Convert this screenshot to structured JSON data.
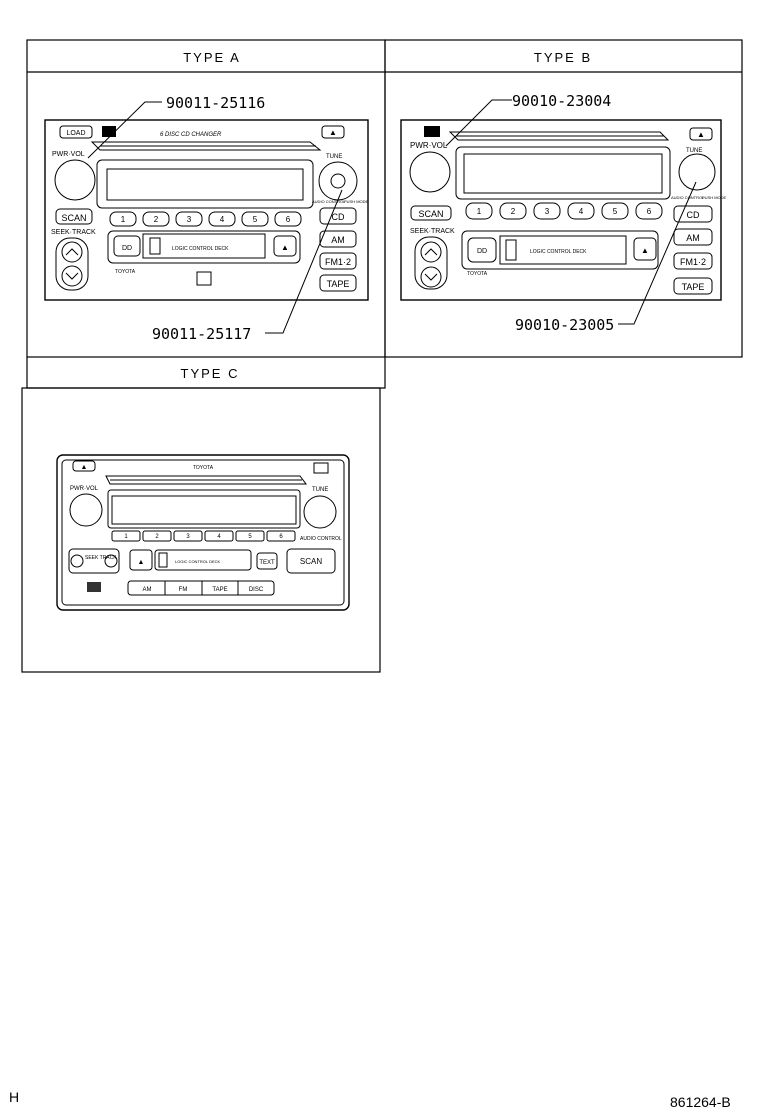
{
  "panels": {
    "type_a": {
      "title": "TYPE A",
      "part_top": "90011-25116",
      "part_bottom": "90011-25117",
      "unit": {
        "load": "LOAD",
        "eject": "▲",
        "changer": "6 DISC CD CHANGER",
        "pwr_vol": "PWR·VOL",
        "tune": "TUNE",
        "scan": "SCAN",
        "seek_track": "SEEK·TRACK",
        "presets": [
          "1",
          "2",
          "3",
          "4",
          "5",
          "6"
        ],
        "dolby": "DD",
        "deck": "LOGIC CONTROL DECK",
        "brand": "TOYOTA",
        "cd": "CD",
        "am": "AM",
        "fm": "FM1·2",
        "tape": "TAPE",
        "audio_control": "AUDIO CONTROL",
        "push_mode": "PUSH MODE"
      }
    },
    "type_b": {
      "title": "TYPE B",
      "part_top": "90010-23004",
      "part_bottom": "90010-23005",
      "unit": {
        "eject": "▲",
        "pwr_vol": "PWR·VOL",
        "tune": "TUNE",
        "scan": "SCAN",
        "seek_track": "SEEK·TRACK",
        "presets": [
          "1",
          "2",
          "3",
          "4",
          "5",
          "6"
        ],
        "dolby": "DD",
        "deck": "LOGIC CONTROL DECK",
        "brand": "TOYOTA",
        "cd": "CD",
        "am": "AM",
        "fm": "FM1·2",
        "tape": "TAPE",
        "audio_control": "AUDIO CONTROL",
        "push_mode": "PUSH MODE"
      }
    },
    "type_c": {
      "title": "TYPE C",
      "unit": {
        "brand": "TOYOTA",
        "pwr_vol": "PWR·VOL",
        "tune": "TUNE",
        "presets": [
          "1",
          "2",
          "3",
          "4",
          "5",
          "6"
        ],
        "audio_control": "AUDIO CONTROL",
        "seek_track": "SEEK TRACK",
        "deck": "LOGIC CONTROL DECK",
        "text": "TEXT",
        "scan": "SCAN",
        "am": "AM",
        "fm": "FM",
        "tape": "TAPE",
        "disc": "DISC",
        "eject": "▲"
      }
    }
  },
  "footer": {
    "left": "H",
    "right": "861264-B"
  }
}
